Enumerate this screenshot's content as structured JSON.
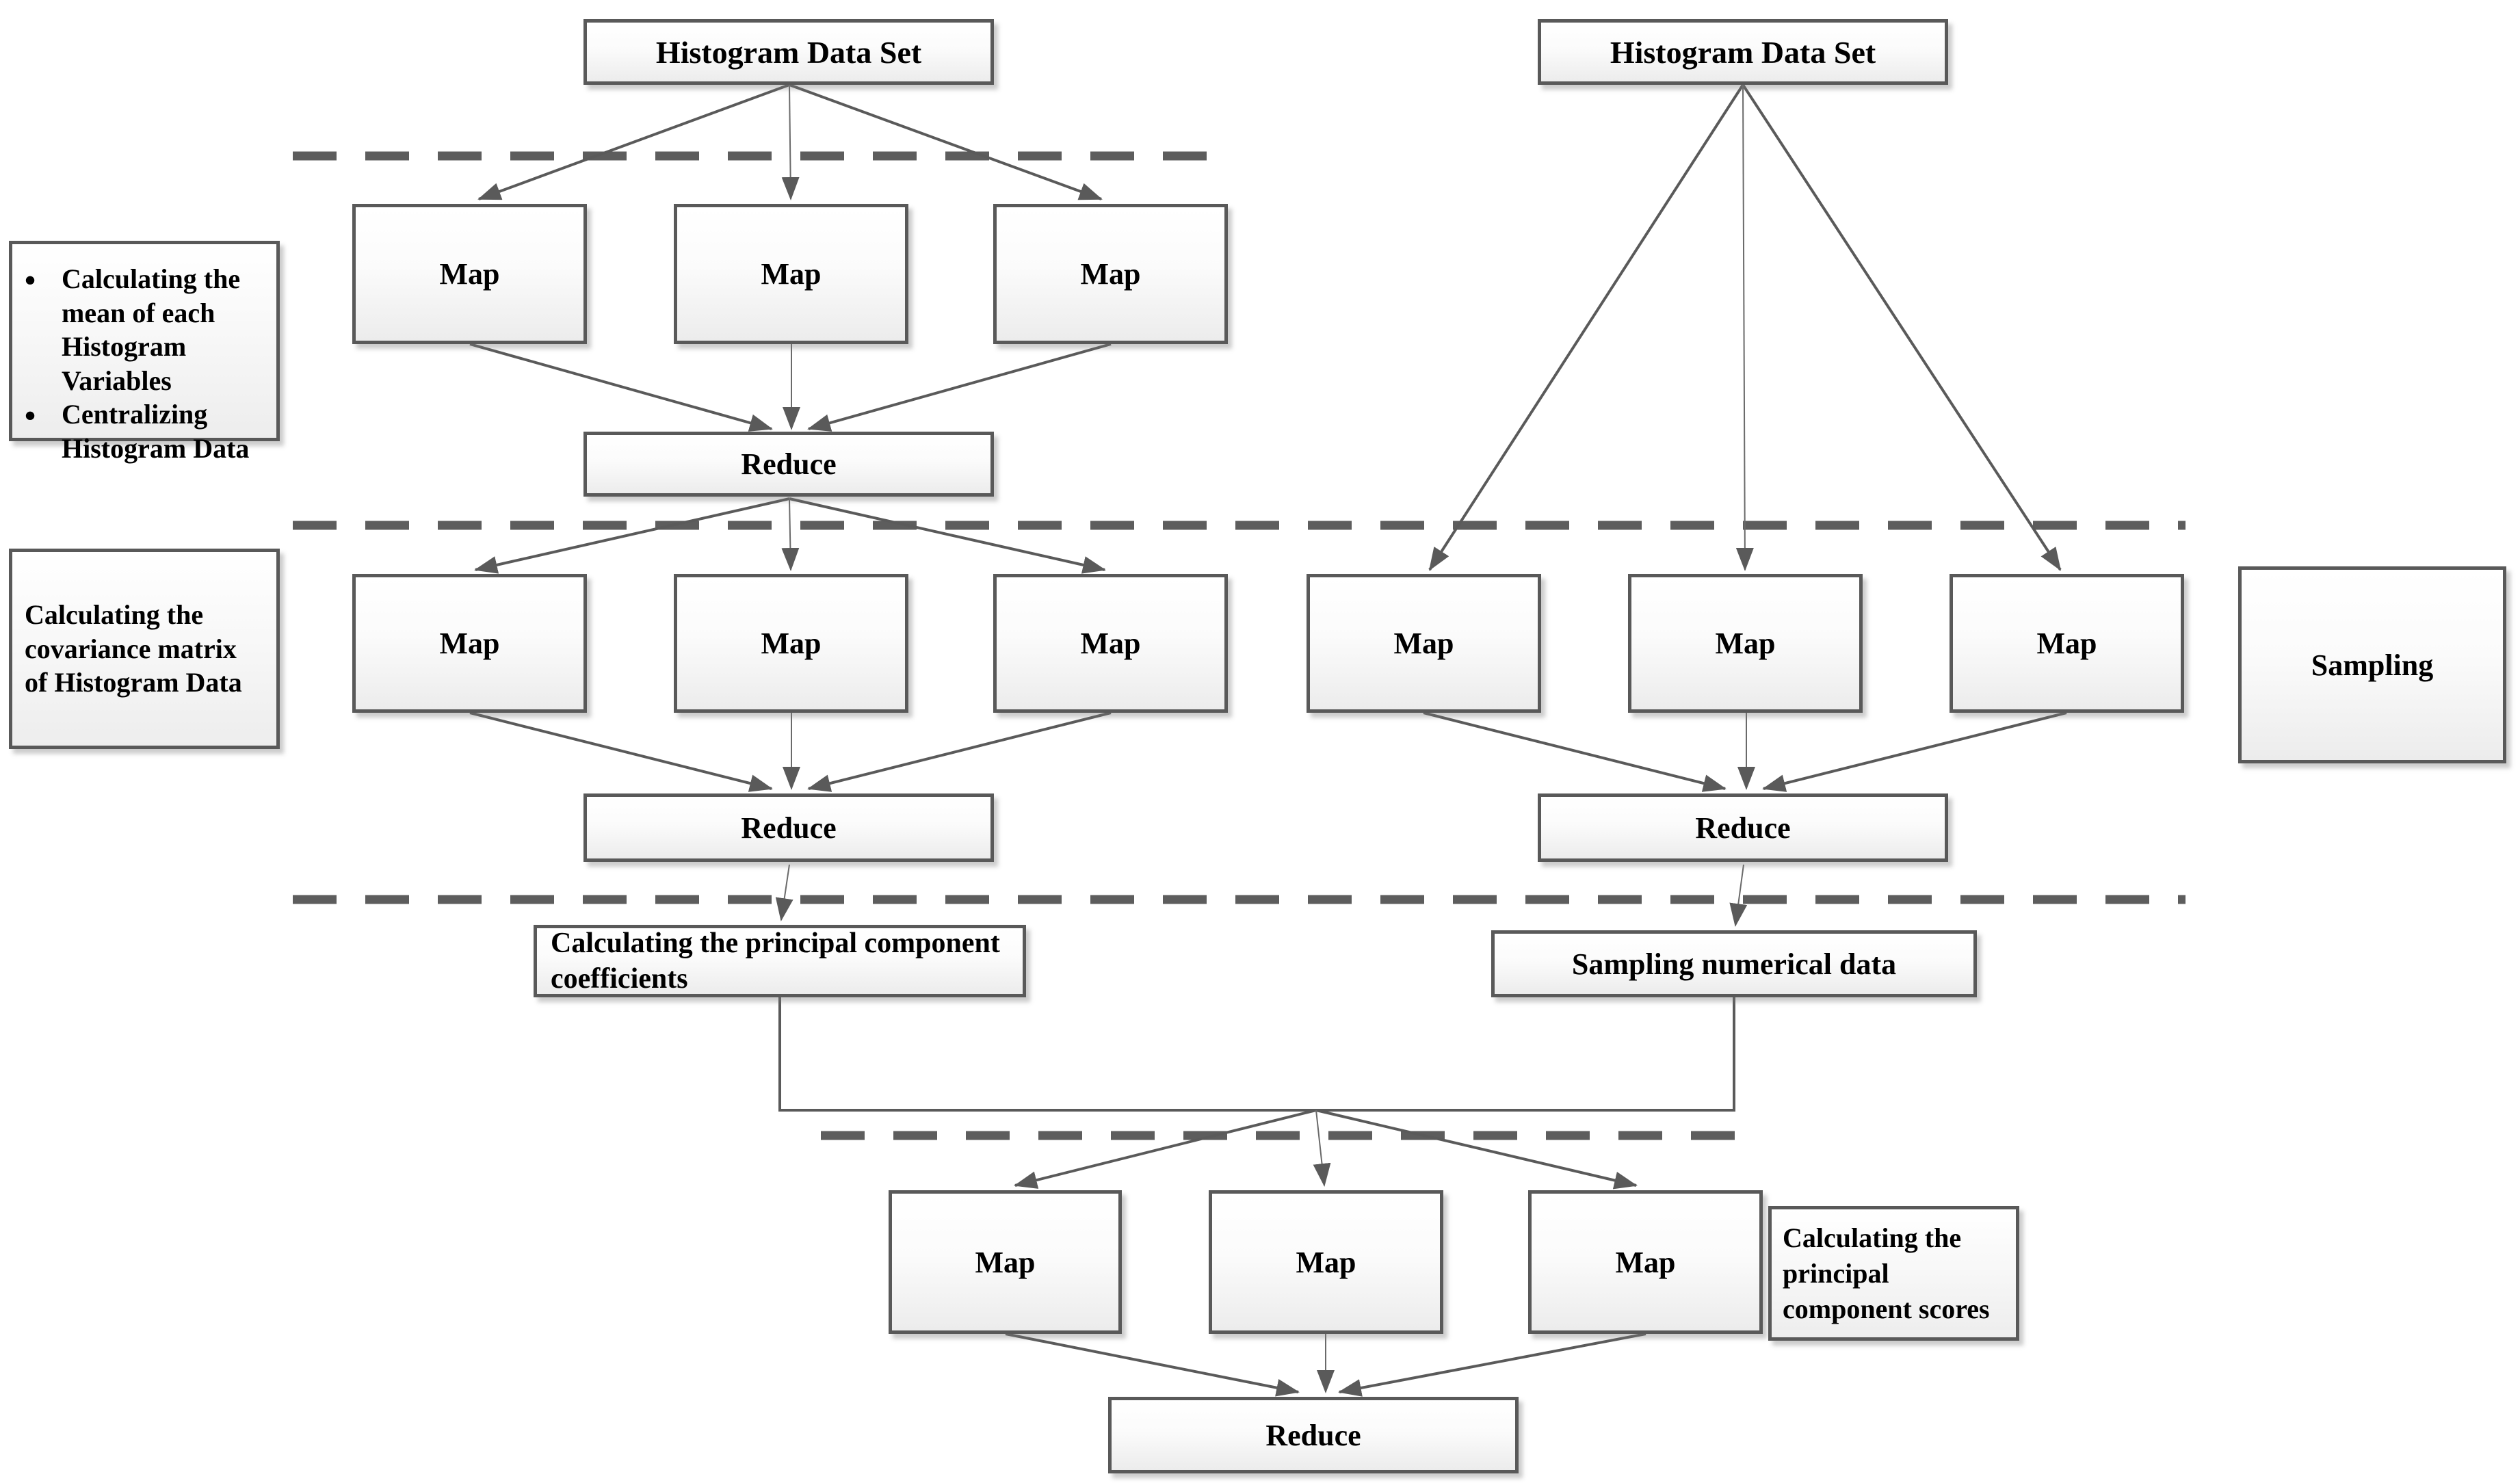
{
  "nodes": {
    "histogram_dataset_left": "Histogram Data Set",
    "histogram_dataset_right": "Histogram Data Set",
    "map_label": "Map",
    "reduce_label": "Reduce",
    "pc_coefficients": "Calculating the principal component coefficients",
    "sampling_numerical": "Sampling numerical data",
    "sampling": "Sampling"
  },
  "annotations": {
    "stage1_bullets": [
      "Calculating the mean of each Histogram Variables",
      "Centralizing Histogram Data"
    ],
    "stage2_covariance": "Calculating the covariance matrix of Histogram Data",
    "stage4_scores": "Calculating the principal component scores"
  },
  "colors": {
    "box_border": "#595959",
    "box_fill_top": "#ffffff",
    "box_fill_bottom": "#ececec",
    "connector": "#5a5a5a",
    "dashed_divider": "#5d5d5d",
    "text": "#000000"
  }
}
